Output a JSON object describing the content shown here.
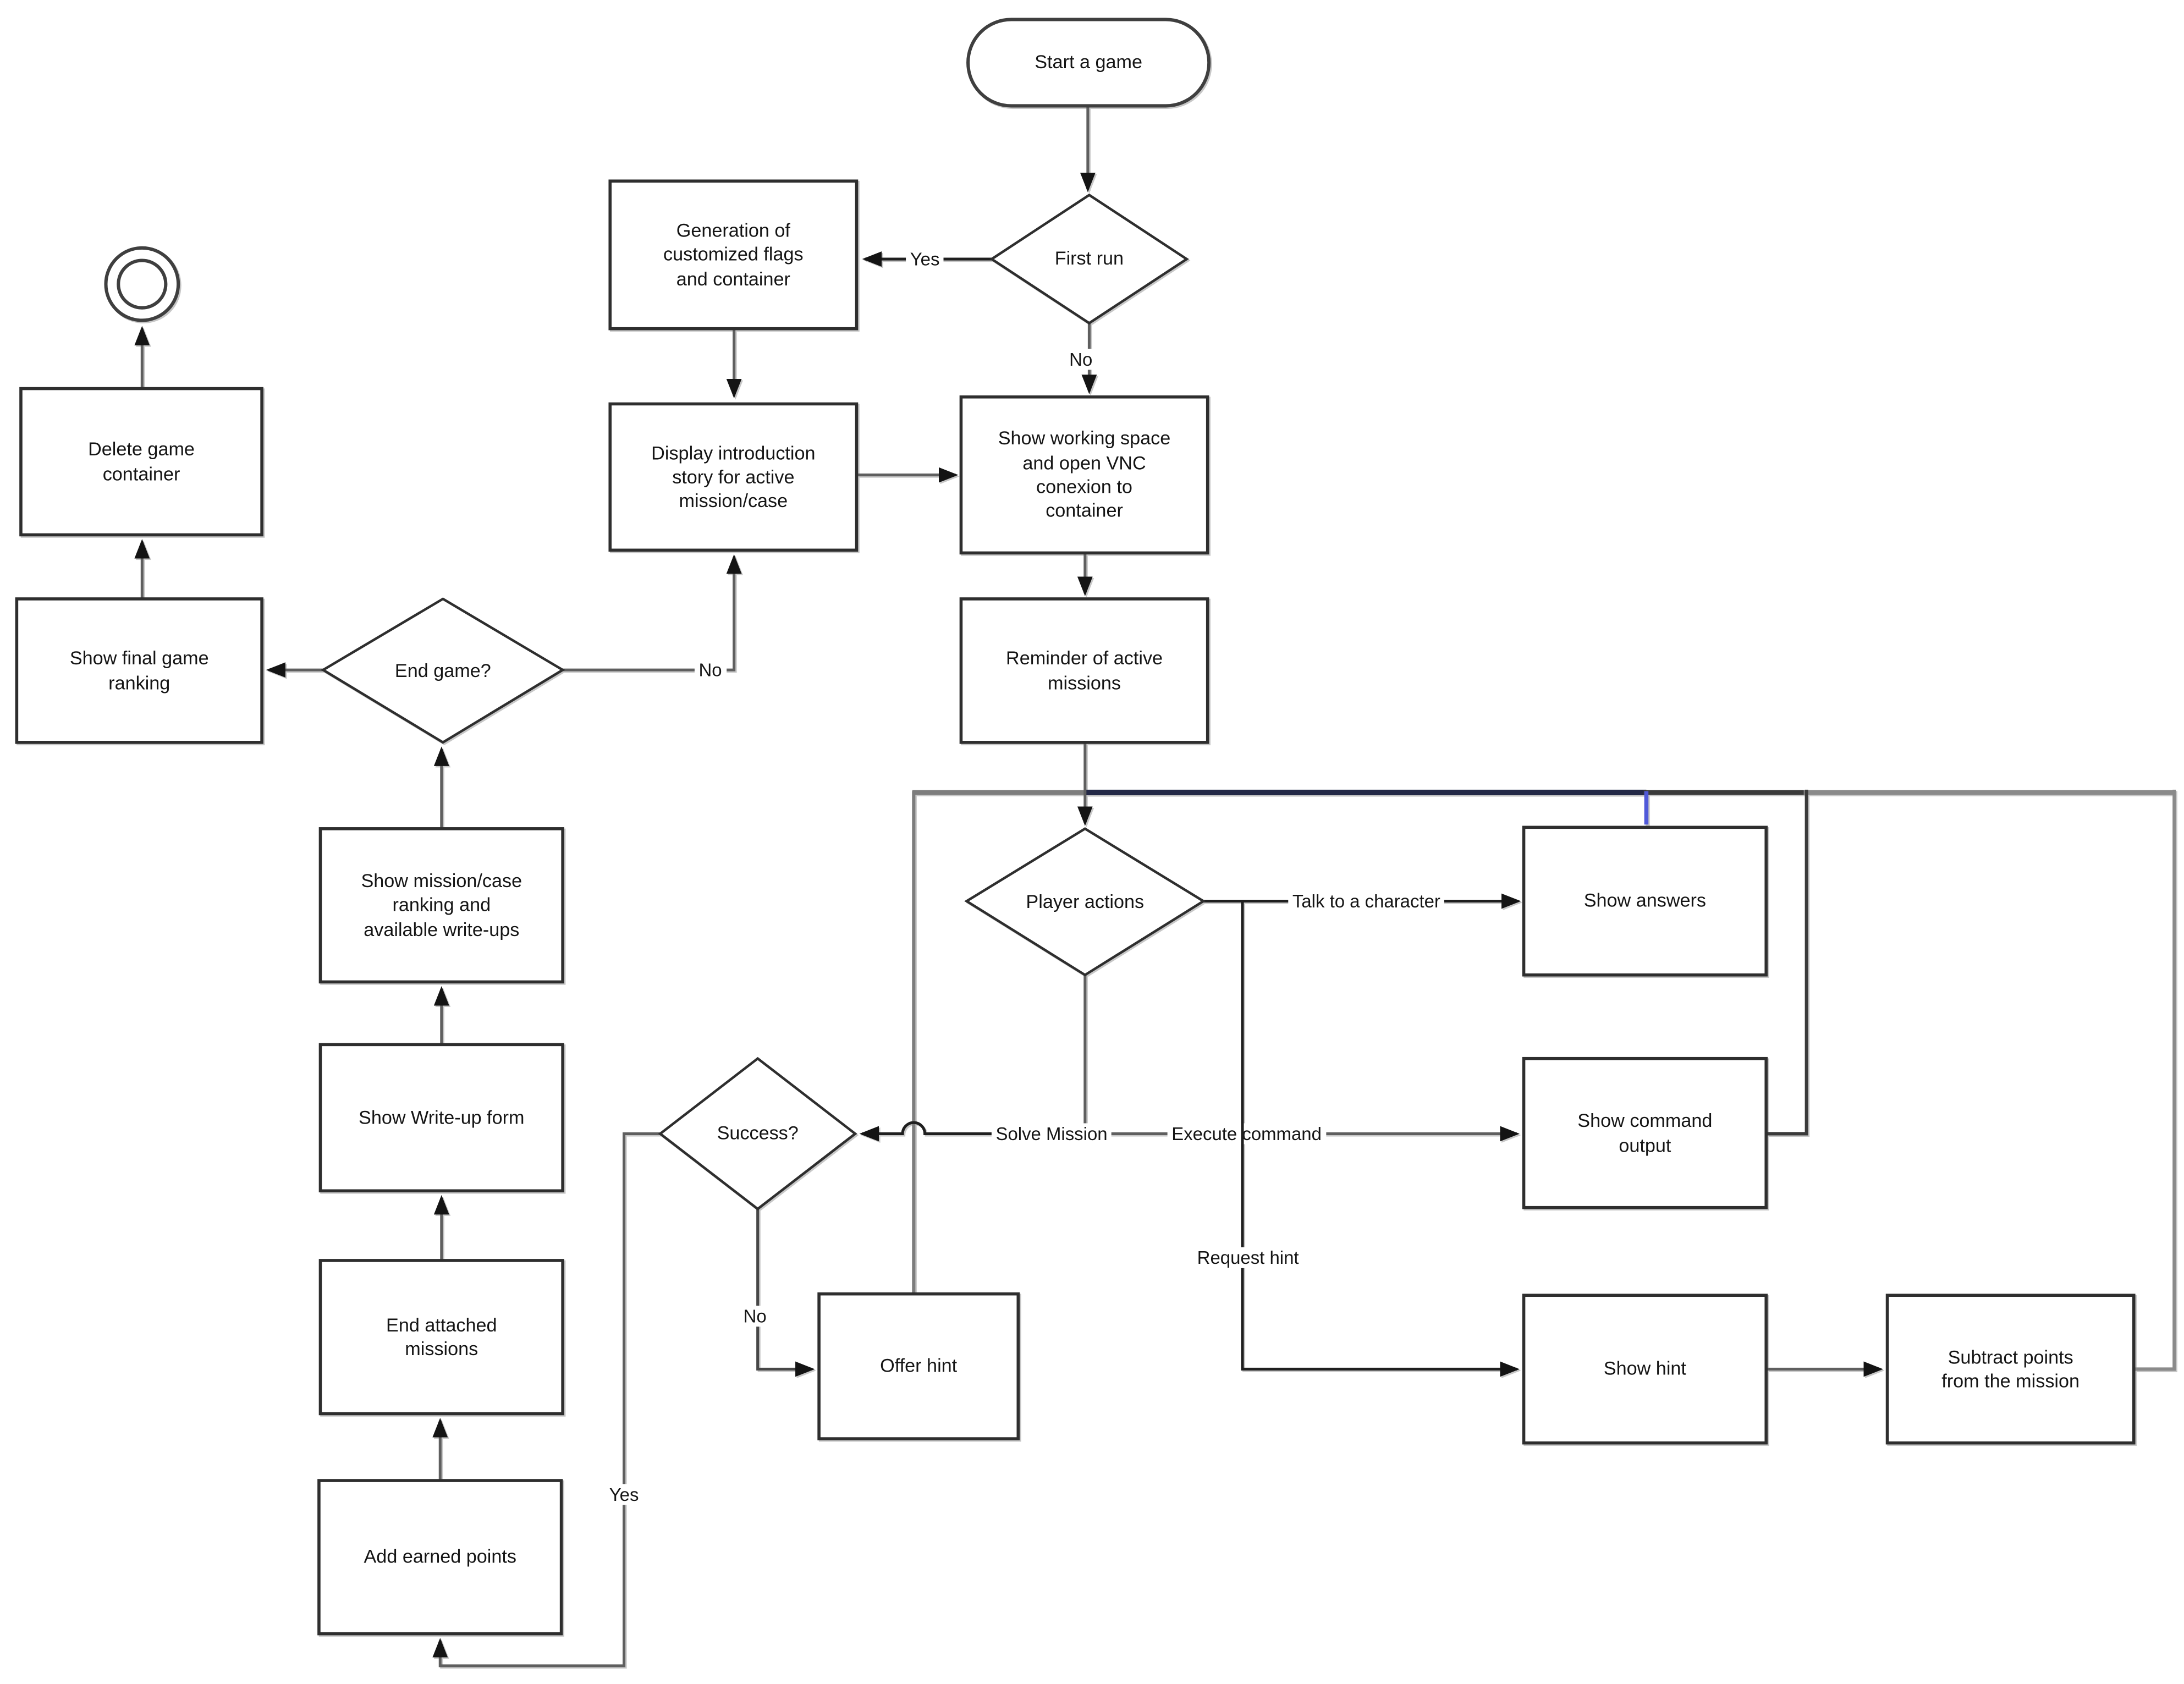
{
  "figure": {
    "type": "flowchart",
    "background": "#ffffff"
  },
  "colors": {
    "border": "#2e2e2e",
    "line": "#5f5f5f",
    "mid_gray": "#7d7d7d",
    "dark_gray": "#3a3a3a",
    "navy_loop": "#232846",
    "blue_connector": "#5059d9",
    "arrow": "#141414",
    "text": "#151515"
  },
  "nodes": {
    "end_terminator": {
      "type": "end-circle",
      "label": ""
    },
    "delete_game": {
      "type": "process",
      "label": "Delete game\ncontainer"
    },
    "show_final": {
      "type": "process",
      "label": "Show final game\nranking"
    },
    "end_game": {
      "type": "decision",
      "label": "End game?"
    },
    "show_mission_case": {
      "type": "process",
      "label": "Show mission/case\nranking and\navailable write-ups"
    },
    "show_writeup": {
      "type": "process",
      "label": "Show Write-up form"
    },
    "end_attached": {
      "type": "process",
      "label": "End attached\nmissions"
    },
    "add_earned": {
      "type": "process",
      "label": "Add earned points"
    },
    "generation": {
      "type": "process",
      "label": "Generation of\ncustomized flags\nand container"
    },
    "display_intro": {
      "type": "process",
      "label": "Display introduction\nstory for active\nmission/case"
    },
    "start": {
      "type": "terminator",
      "label": "Start a game"
    },
    "first_run": {
      "type": "decision",
      "label": "First run"
    },
    "show_working": {
      "type": "process",
      "label": "Show working space\nand open VNC\nconexion to\ncontainer"
    },
    "reminder": {
      "type": "process",
      "label": "Reminder of active\nmissions"
    },
    "player_actions": {
      "type": "decision",
      "label": "Player actions"
    },
    "show_answers": {
      "type": "process",
      "label": "Show answers"
    },
    "show_command": {
      "type": "process",
      "label": "Show command\noutput"
    },
    "success": {
      "type": "decision",
      "label": "Success?"
    },
    "offer_hint": {
      "type": "process",
      "label": "Offer hint"
    },
    "show_hint": {
      "type": "process",
      "label": "Show hint"
    },
    "subtract_points": {
      "type": "process",
      "label": "Subtract points\nfrom the mission"
    }
  },
  "edges": [
    {
      "from": "start",
      "to": "first_run",
      "label": ""
    },
    {
      "from": "first_run",
      "to": "generation",
      "label": "Yes"
    },
    {
      "from": "first_run",
      "to": "show_working",
      "label": "No"
    },
    {
      "from": "generation",
      "to": "display_intro",
      "label": ""
    },
    {
      "from": "display_intro",
      "to": "show_working",
      "label": ""
    },
    {
      "from": "show_working",
      "to": "reminder",
      "label": ""
    },
    {
      "from": "reminder",
      "to": "player_actions",
      "label": ""
    },
    {
      "from": "player_actions",
      "to": "show_answers",
      "label": "Talk to a character"
    },
    {
      "from": "player_actions",
      "to": "show_command",
      "label": "Execute command"
    },
    {
      "from": "player_actions",
      "to": "success",
      "label": "Solve Mission"
    },
    {
      "from": "player_actions",
      "to": "show_hint",
      "label": "Request hint"
    },
    {
      "from": "show_hint",
      "to": "subtract_points",
      "label": ""
    },
    {
      "from": "subtract_points",
      "to": "player_actions",
      "label": ""
    },
    {
      "from": "show_command",
      "to": "player_actions",
      "label": ""
    },
    {
      "from": "show_answers",
      "to": "player_actions",
      "label": ""
    },
    {
      "from": "offer_hint",
      "to": "player_actions",
      "label": ""
    },
    {
      "from": "success",
      "to": "offer_hint",
      "label": "No"
    },
    {
      "from": "success",
      "to": "add_earned",
      "label": "Yes"
    },
    {
      "from": "add_earned",
      "to": "end_attached",
      "label": ""
    },
    {
      "from": "end_attached",
      "to": "show_writeup",
      "label": ""
    },
    {
      "from": "show_writeup",
      "to": "show_mission_case",
      "label": ""
    },
    {
      "from": "show_mission_case",
      "to": "end_game",
      "label": ""
    },
    {
      "from": "end_game",
      "to": "show_final",
      "label": ""
    },
    {
      "from": "end_game",
      "to": "display_intro",
      "label": "No"
    },
    {
      "from": "show_final",
      "to": "delete_game",
      "label": ""
    },
    {
      "from": "delete_game",
      "to": "end_terminator",
      "label": ""
    }
  ]
}
